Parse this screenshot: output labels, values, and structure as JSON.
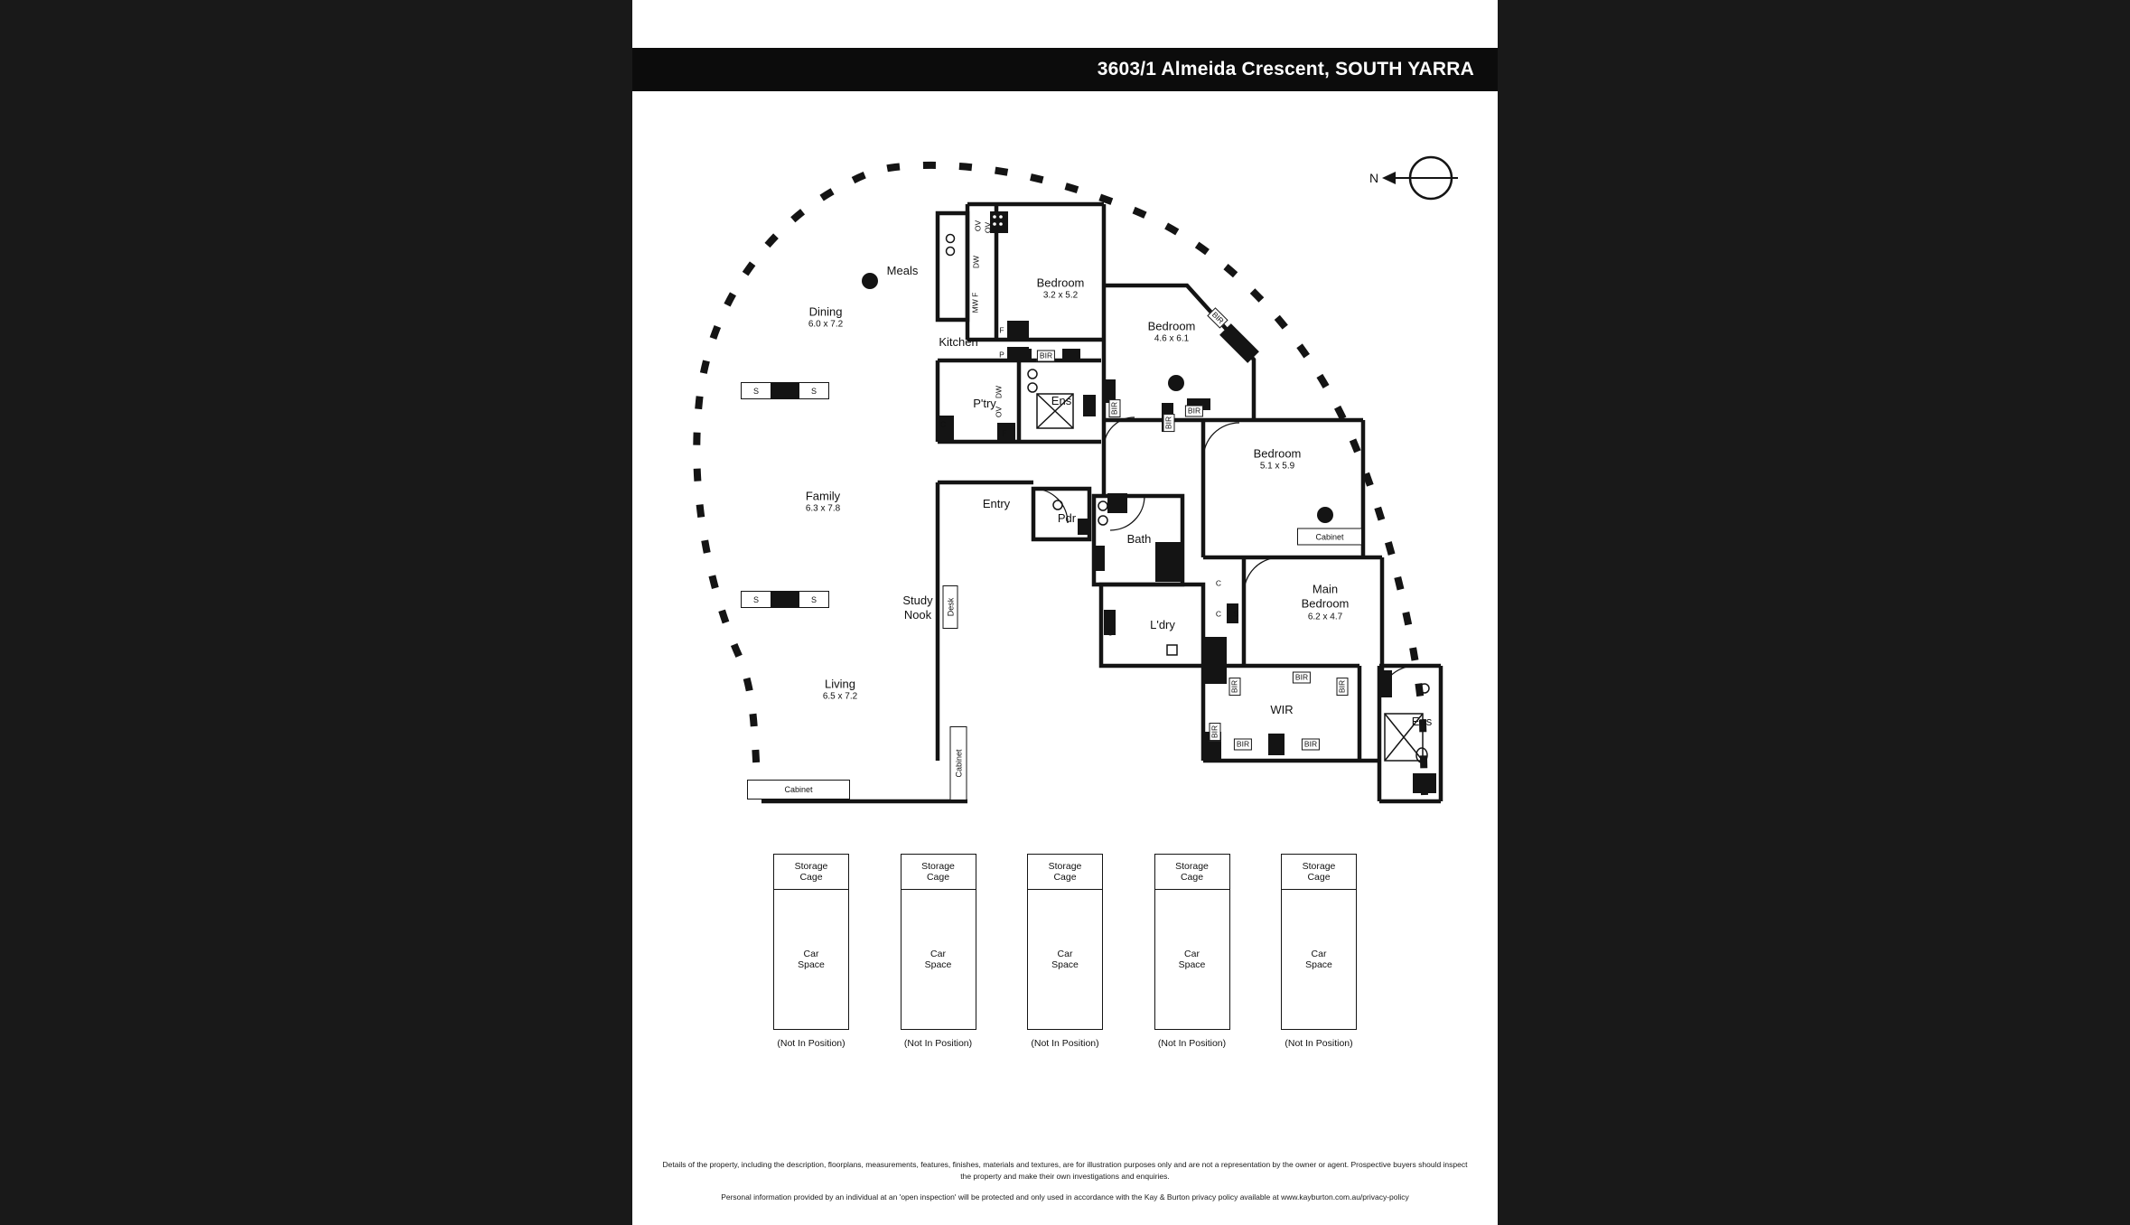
{
  "header": {
    "title": "3603/1 Almeida Crescent, SOUTH YARRA"
  },
  "compass": {
    "north_label": "N"
  },
  "floorplan": {
    "rooms": {
      "dining": {
        "name": "Dining",
        "dims": "6.0 x 7.2"
      },
      "meals": {
        "name": "Meals"
      },
      "kitchen": {
        "name": "Kitchen"
      },
      "bedroom1": {
        "name": "Bedroom",
        "dims": "3.2 x 5.2"
      },
      "bedroom2": {
        "name": "Bedroom",
        "dims": "4.6 x 6.1"
      },
      "bedroom3": {
        "name": "Bedroom",
        "dims": "5.1 x 5.9"
      },
      "pantry": {
        "name": "P'try"
      },
      "ensuite1": {
        "name": "Ens"
      },
      "family": {
        "name": "Family",
        "dims": "6.3 x 7.8"
      },
      "entry": {
        "name": "Entry"
      },
      "powder": {
        "name": "Pdr"
      },
      "bath": {
        "name": "Bath"
      },
      "study_nook": {
        "line1": "Study",
        "line2": "Nook"
      },
      "laundry": {
        "name": "L'dry"
      },
      "main_bedroom": {
        "line1": "Main",
        "line2": "Bedroom",
        "dims": "6.2 x 4.7"
      },
      "living": {
        "name": "Living",
        "dims": "6.5 x 7.2"
      },
      "wir": {
        "name": "WIR"
      },
      "ensuite2": {
        "name": "Ens"
      }
    },
    "fixtures": {
      "bir": "BIR",
      "cabinet": "Cabinet",
      "desk": "Desk",
      "f": "F",
      "p": "P",
      "c": "C",
      "s": "S",
      "dw": "DW",
      "ov": "OV",
      "mwf": "MW F"
    }
  },
  "parking": {
    "cage_label": "Storage Cage",
    "space_label": "Car Space",
    "caption": "(Not In Position)"
  },
  "disclaimer": {
    "paragraph1": "Details of the property, including the description, floorplans, measurements, features, finishes, materials and textures, are for illustration purposes only and are not a representation by the owner or agent.  Prospective buyers should inspect the property and make their own investigations and enquiries.",
    "paragraph2": "Personal information provided by an individual at an 'open inspection' will be protected and only used in accordance with the Kay & Burton privacy policy available at www.kayburton.com.au/privacy-policy"
  }
}
